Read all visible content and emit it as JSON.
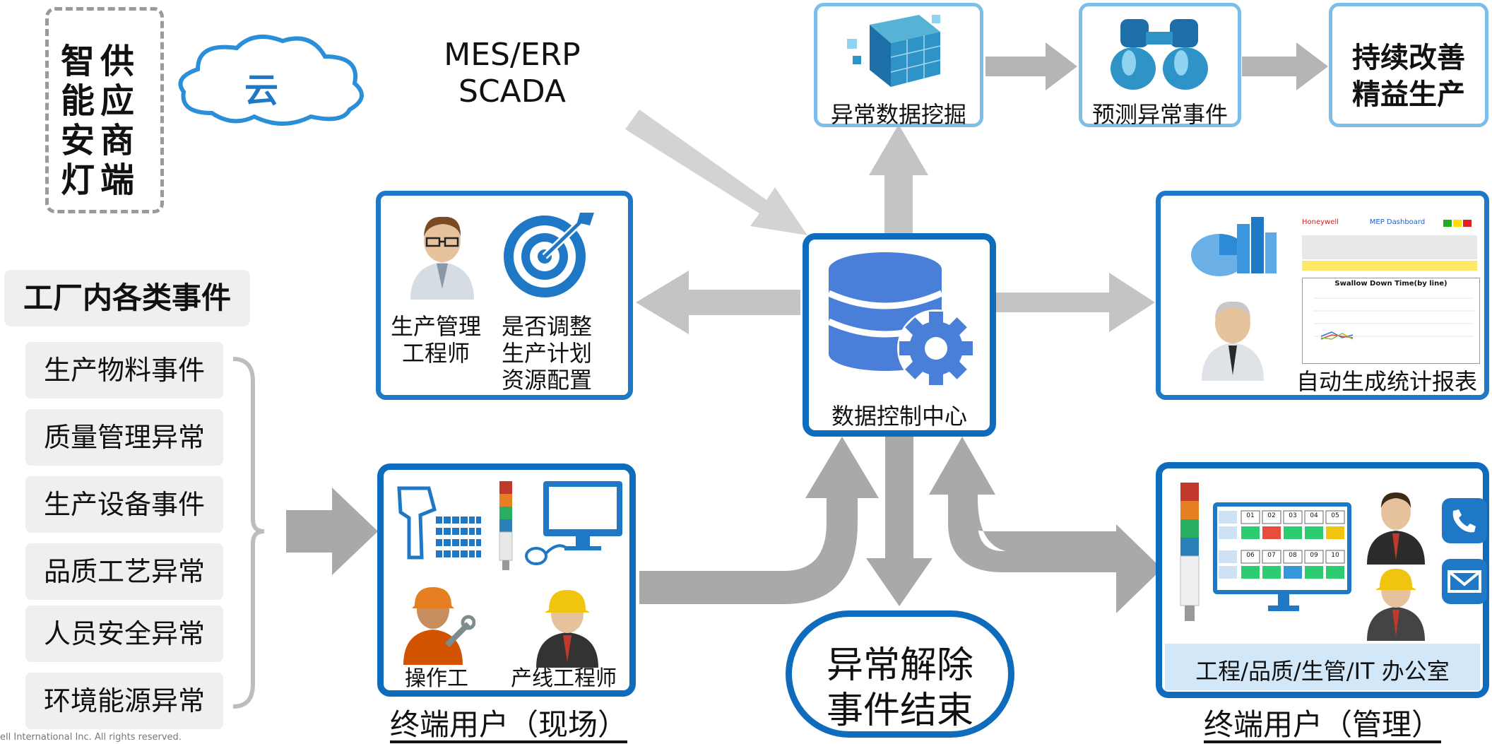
{
  "supplier_box": {
    "col1": "智能安灯",
    "col2": "供应商端"
  },
  "cloud": {
    "label": "云"
  },
  "mes": {
    "line1": "MES/ERP",
    "line2": "SCADA"
  },
  "events": {
    "title": "工厂内各类事件",
    "items": [
      "生产物料事件",
      "质量管理异常",
      "生产设备事件",
      "品质工艺异常",
      "人员安全异常",
      "环境能源异常"
    ]
  },
  "manager_box": {
    "engineer_label": [
      "生产管理",
      "工程师"
    ],
    "decision_label": [
      "是否调整",
      "生产计划",
      "资源配置"
    ]
  },
  "center": {
    "label": "数据控制中心"
  },
  "mining": {
    "label": "异常数据挖掘"
  },
  "predict": {
    "label": "预测异常事件"
  },
  "improve": {
    "line1": "持续改善",
    "line2": "精益生产"
  },
  "report": {
    "label": "自动生成统计报表",
    "dashboard_title": "MEP Dashboard",
    "chart_title": "Swallow Down Time(by line)"
  },
  "onsite": {
    "operator": "操作工",
    "line_engineer": "产线工程师",
    "caption": "终端用户（现场）"
  },
  "resolve": {
    "line1": "异常解除",
    "line2": "事件结束"
  },
  "office": {
    "label": "工程/品质/生管/IT 办公室",
    "caption": "终端用户（管理）",
    "grid_numbers": [
      "01",
      "02",
      "03",
      "04",
      "05",
      "06",
      "07",
      "08",
      "09",
      "10"
    ]
  },
  "footer": {
    "copyright": "ell International Inc. All rights reserved."
  },
  "colors": {
    "blue": "#1f78c6",
    "light_blue": "#7dbde9",
    "arrow_gray": "#a9a9a9",
    "arrow_light": "#d3d3d3"
  }
}
